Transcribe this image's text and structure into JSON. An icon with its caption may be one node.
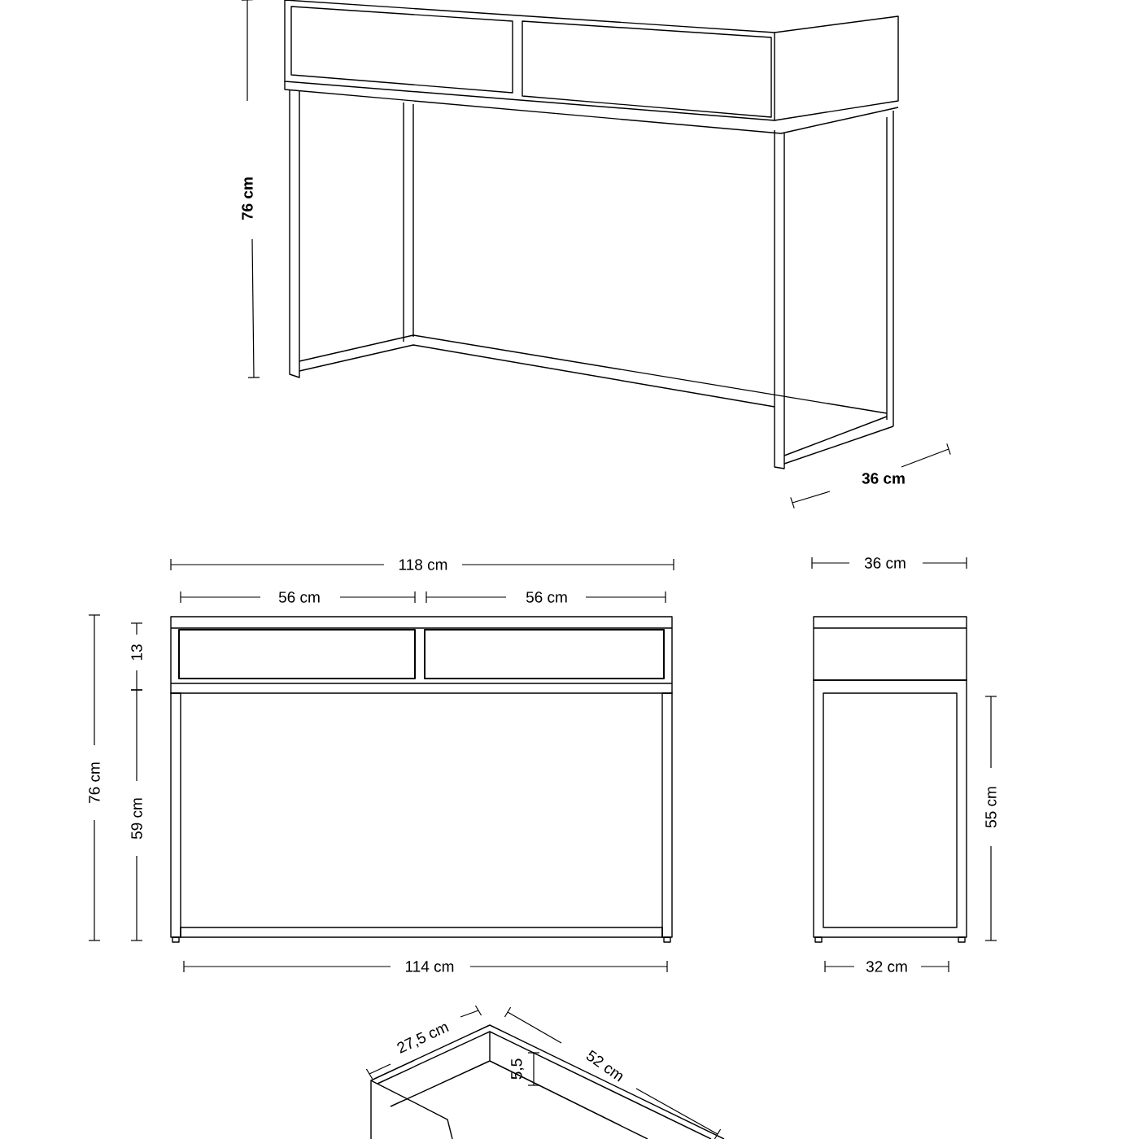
{
  "diagram": {
    "labels": [
      "76 cm",
      "36 cm",
      "118 cm",
      "56 cm",
      "56 cm",
      "36 cm",
      "13",
      "76 cm",
      "59 cm",
      "55 cm",
      "114 cm",
      "32 cm",
      "27,5 cm",
      "52 cm",
      "5,5"
    ]
  }
}
